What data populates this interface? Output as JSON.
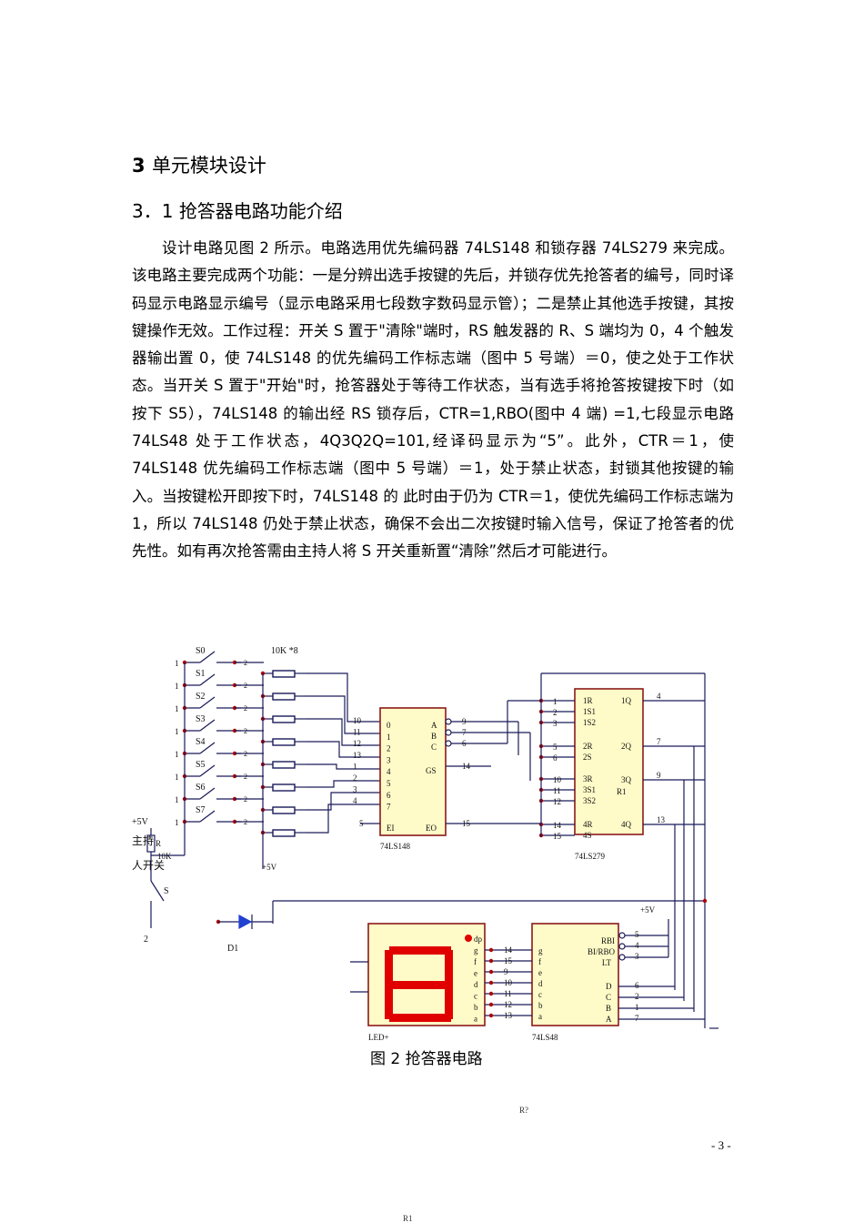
{
  "section_heading": {
    "number": "3",
    "title": "单元模块设计"
  },
  "subsection_heading": {
    "number": "3．1",
    "title": "抢答器电路功能介绍"
  },
  "body_text": "设计电路见图 2 所示。电路选用优先编码器 74LS148 和锁存器 74LS279 来完成。该电路主要完成两个功能：一是分辨出选手按键的先后，并锁存优先抢答者的编号，同时译码显示电路显示编号（显示电路采用七段数字数码显示管）；二是禁止其他选手按键，其按键操作无效。工作过程：开关 S 置于\"清除\"端时，RS 触发器的 R、S 端均为 0，4 个触发器输出置 0，使 74LS148 的优先编码工作标志端（图中 5 号端）＝0，使之处于工作状态。当开关 S 置于\"开始\"时，抢答器处于等待工作状态，当有选手将抢答按键按下时（如按下 S5），74LS148 的输出经 RS 锁存后，CTR=1,RBO(图中 4 端) =1,七段显示电路 74LS48 处于工作状态，4Q3Q2Q=101,经译码显示为“5”。此外，CTR＝1，使 74LS148 优先编码工作标志端（图中 5 号端）＝1，处于禁止状态，封锁其他按键的输入。当按键松开即按下时，74LS148 的 此时由于仍为 CTR＝1，使优先编码工作标志端为 1，所以 74LS148 仍处于禁止状态，确保不会出二次按键时输入信号，保证了抢答者的优先性。如有再次抢答需由主持人将 S 开关重新置“清除”然后才可能进行。",
  "figure_caption": "图 2  抢答器电路",
  "page_number": "- 3 -",
  "stray_labels": [
    "R?",
    "R1"
  ],
  "circuit": {
    "switches": [
      "S0",
      "S1",
      "S2",
      "S3",
      "S4",
      "S5",
      "S6",
      "S7"
    ],
    "resistor_label": "10K *8",
    "u148": {
      "name": "74LS148",
      "in_pins": [
        "0",
        "1",
        "2",
        "3",
        "4",
        "5",
        "6",
        "7"
      ],
      "ei": "EI",
      "eo": "EO",
      "outs": [
        "A",
        "B",
        "C",
        "GS"
      ],
      "left_pin_numbers": [
        "10",
        "11",
        "12",
        "13",
        "1",
        "2",
        "3",
        "4"
      ],
      "ei_pin": "5",
      "right_pins": [
        "9",
        "7",
        "6",
        "14",
        "15"
      ]
    },
    "u279": {
      "name": "74LS279",
      "left": [
        "1R",
        "1S1",
        "1S2",
        "2R",
        "2S",
        "3R",
        "3S1",
        "3S2",
        "4R",
        "4S"
      ],
      "outs": [
        "1Q",
        "2Q",
        "3Q",
        "4Q"
      ],
      "left_pins": [
        "1",
        "2",
        "3",
        "5",
        "6",
        "10",
        "11",
        "12",
        "14",
        "15"
      ],
      "right_pins": [
        "4",
        "7",
        "9",
        "13"
      ],
      "inner": "R1"
    },
    "u48": {
      "name": "74LS48",
      "left": [
        "g",
        "f",
        "e",
        "d",
        "c",
        "b",
        "a"
      ],
      "right_top": [
        "RBI",
        "BI/RBO",
        "LT"
      ],
      "right_in": [
        "D",
        "C",
        "B",
        "A"
      ],
      "left_pins": [
        "14",
        "15",
        "9",
        "10",
        "11",
        "12",
        "13"
      ],
      "right_pins_top": [
        "5",
        "4",
        "3"
      ],
      "right_pins_in": [
        "6",
        "2",
        "1",
        "7"
      ]
    },
    "led": {
      "name": "LED+",
      "segments": [
        "dp",
        "g",
        "f",
        "e",
        "d",
        "c",
        "b",
        "a"
      ]
    },
    "host_switch": {
      "label": "主持人开关",
      "switch": "S",
      "pin": "2",
      "resistor": "R",
      "r_value": "10K",
      "vcc": "+5V"
    },
    "vcc_labels": [
      "+5V",
      "+5V",
      "+5V"
    ],
    "diode": "D1",
    "pin1": "1",
    "pin2": "2"
  }
}
